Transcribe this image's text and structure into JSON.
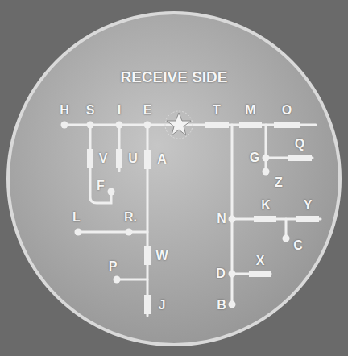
{
  "diagram": {
    "title": "RECEIVE SIDE",
    "labels": [
      "H",
      "S",
      "I",
      "E",
      "T",
      "M",
      "O",
      "G",
      "Q",
      "Z",
      "V",
      "U",
      "A",
      "F",
      "L",
      "R.",
      "N",
      "K",
      "Y",
      "C",
      "W",
      "D",
      "X",
      "P",
      "B",
      "J"
    ]
  }
}
